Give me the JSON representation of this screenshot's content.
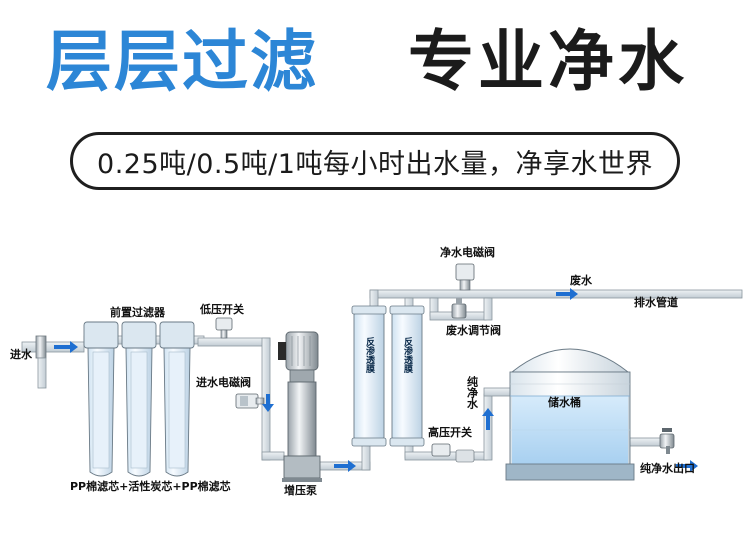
{
  "header": {
    "title_left": "层层过滤",
    "title_right": "专业净水"
  },
  "subtitle": "0.25吨/0.5吨/1吨每小时出水量，净享水世界",
  "diagram": {
    "labels": {
      "inlet": "进水",
      "pre_filter": "前置过滤器",
      "filter_cartridges": "PP棉滤芯+活性炭芯+PP棉滤芯",
      "low_pressure_switch": "低压开关",
      "inlet_solenoid": "进水电磁阀",
      "booster_pump": "增压泵",
      "membrane_1": "反渗透膜",
      "membrane_2": "反渗透膜",
      "pure_solenoid": "净水电磁阀",
      "waste_adjust_valve": "废水调节阀",
      "waste_water": "废水",
      "drain_pipe": "排水管道",
      "pure_water": "纯净水",
      "high_pressure_switch": "高压开关",
      "storage_tank": "储水桶",
      "pure_outlet": "纯净水出口"
    },
    "colors": {
      "pipe": "#d4dde4",
      "pipe_edge": "#8a969e",
      "arrow": "#1f6fd1",
      "water": "#cfe6fb",
      "housing": "#eef6fd"
    }
  }
}
